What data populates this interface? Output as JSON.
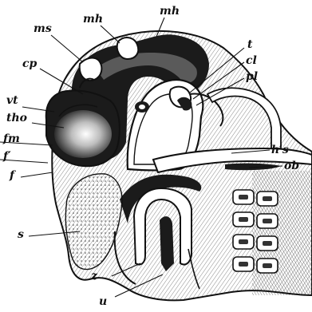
{
  "labels": {
    "ms": "ms",
    "mh_left": "mh",
    "mh_right": "mh",
    "cp": "cp",
    "vt": "vt",
    "tho": "tho",
    "fm": "fm",
    "f_prime": "f′",
    "f": "f",
    "s": "s",
    "z": "z",
    "u": "u",
    "t": "t",
    "cl": "cl",
    "pl": "pl",
    "hs": "h′s",
    "ob": "ob"
  }
}
